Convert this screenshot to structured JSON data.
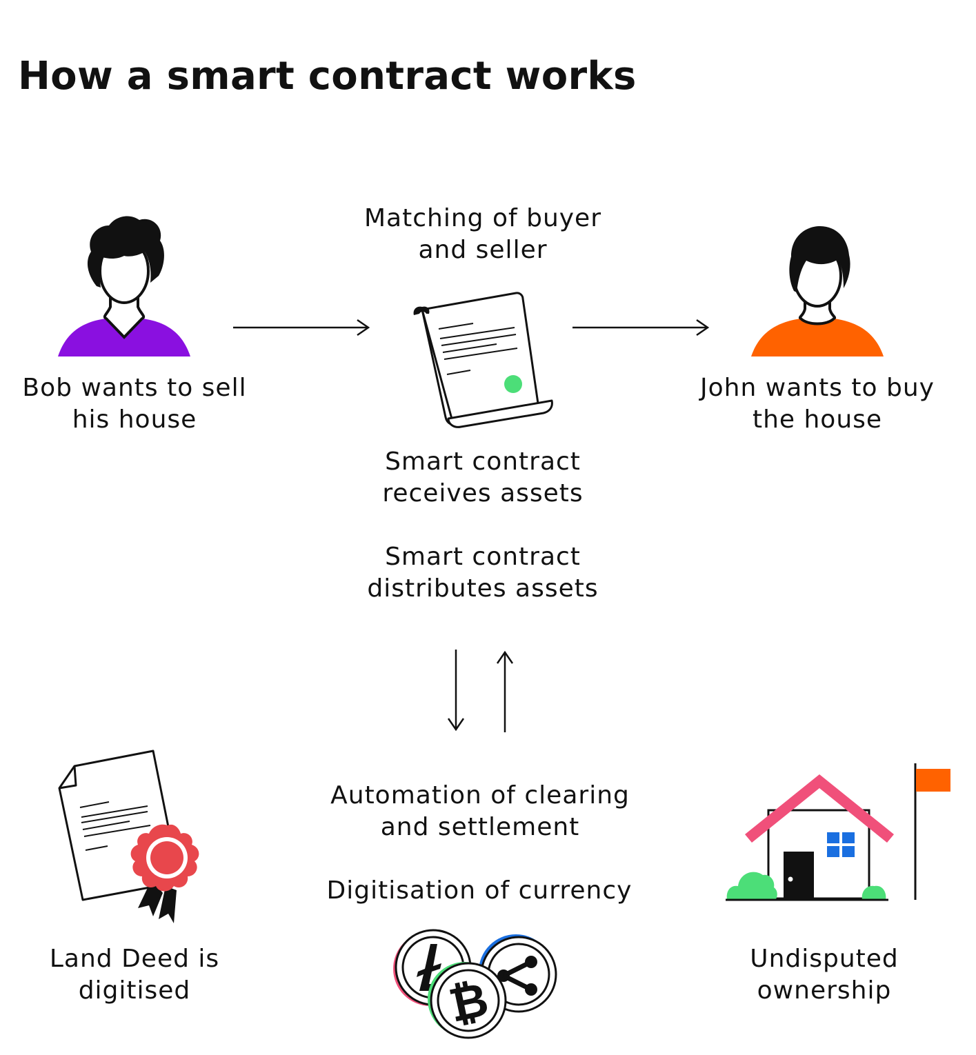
{
  "title": "How a smart contract works",
  "colors": {
    "seller_shirt": "#8a10e0",
    "buyer_shirt": "#ff6200",
    "seal": "#e8474c",
    "roof": "#f0507a",
    "window": "#1a6fe0",
    "bush": "#4cde78",
    "flag": "#ff6200",
    "stamp_dot": "#4cde78"
  },
  "nodes": {
    "seller": {
      "icon": "person-seller-icon",
      "lines": [
        "Bob wants to sell",
        "his house"
      ]
    },
    "match": {
      "lines": [
        "Matching of buyer",
        "and seller"
      ]
    },
    "contract": {
      "icon": "scroll-contract-icon"
    },
    "buyer": {
      "icon": "person-buyer-icon",
      "lines": [
        "John wants to buy",
        "the house"
      ]
    },
    "receives": {
      "lines": [
        "Smart contract",
        "receives assets"
      ]
    },
    "distributes": {
      "lines": [
        "Smart contract",
        "distributes assets"
      ]
    },
    "deed": {
      "icon": "land-deed-icon",
      "lines": [
        "Land Deed is",
        "digitised"
      ]
    },
    "automation": {
      "lines": [
        "Automation of clearing",
        "and settlement"
      ]
    },
    "currency": {
      "lines": [
        "Digitisation of currency"
      ],
      "icon": "crypto-coins-icon"
    },
    "ownership": {
      "icon": "house-flag-icon",
      "lines": [
        "Undisputed",
        "ownership"
      ]
    }
  }
}
